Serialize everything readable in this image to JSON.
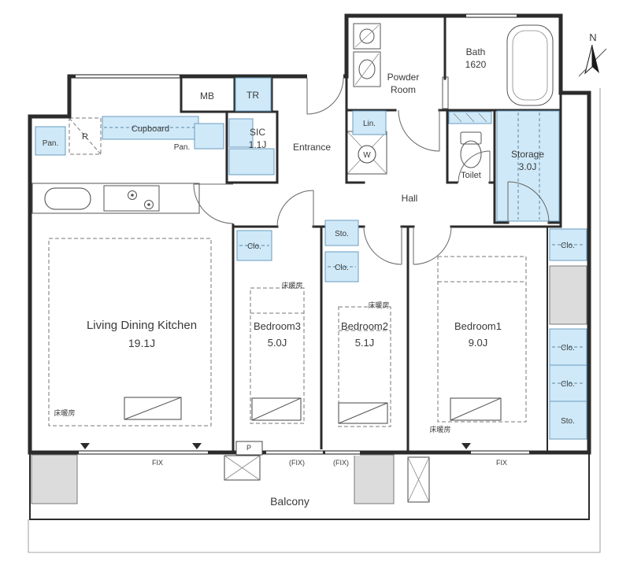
{
  "plan": {
    "rooms": {
      "ldk": {
        "name": "Living Dining Kitchen",
        "size": "19.1J"
      },
      "bedroom1": {
        "name": "Bedroom1",
        "size": "9.0J"
      },
      "bedroom2": {
        "name": "Bedroom2",
        "size": "5.1J"
      },
      "bedroom3": {
        "name": "Bedroom3",
        "size": "5.0J"
      },
      "bath": {
        "name": "Bath",
        "size": "1620"
      },
      "powder_room": {
        "line1": "Powder",
        "line2": "Room"
      },
      "toilet": {
        "name": "Toilet"
      },
      "storage": {
        "name": "Storage",
        "size": "3.0J"
      },
      "sic": {
        "name": "SIC",
        "size": "1.1J"
      },
      "entrance": {
        "name": "Entrance"
      },
      "hall": {
        "name": "Hall"
      },
      "balcony": {
        "name": "Balcony"
      }
    },
    "fixtures": {
      "meter_box": "MB",
      "trunk_room": "TR",
      "cupboard": "Cupboard",
      "pantry": "Pan.",
      "refrigerator": "R",
      "linen": "Lin.",
      "washer": "W",
      "storage_small": "Sto.",
      "closet": "Clo.",
      "pillar": "P"
    },
    "windows": {
      "fix": "FIX",
      "fix_paren": "(FIX)"
    },
    "notes": {
      "floor_heating": "床暖房"
    },
    "compass": {
      "north": "N"
    },
    "colors": {
      "highlight": "#cfe9f8",
      "wall": "#2b2b2b",
      "gray": "#dcdcdc"
    }
  }
}
